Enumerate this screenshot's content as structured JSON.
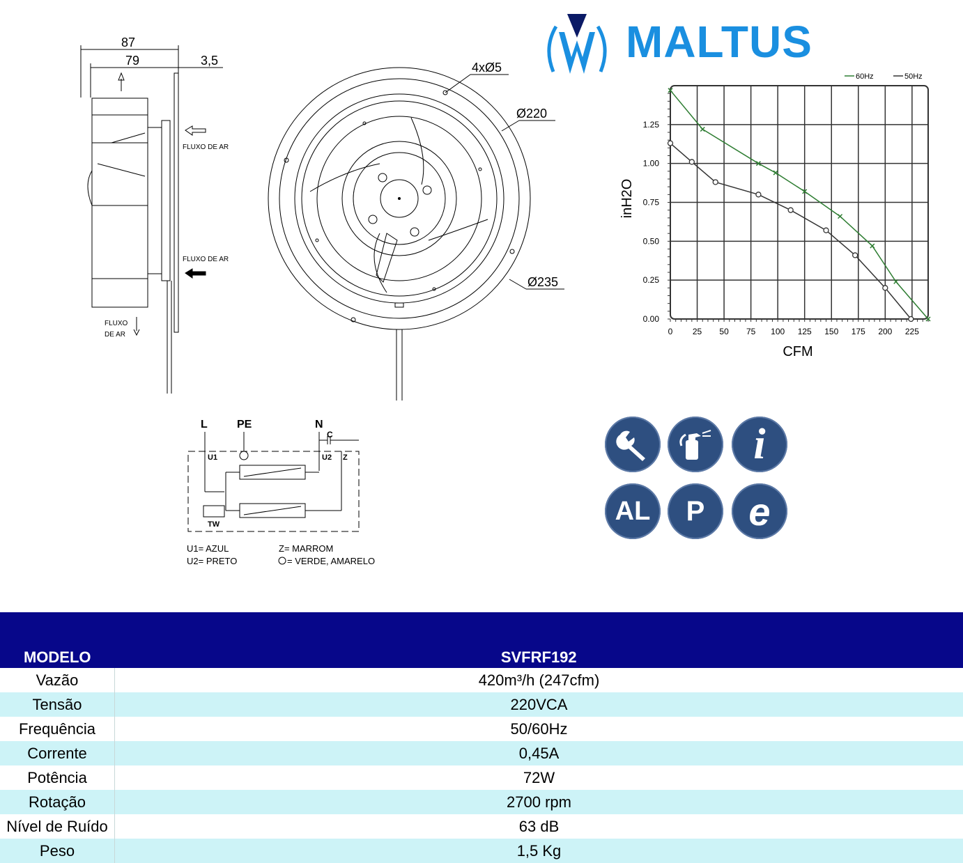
{
  "brand": {
    "name": "MALTUS",
    "color": "#1a8fe0"
  },
  "dimensions": {
    "side_width_outer": "87",
    "side_width_inner": "79",
    "flange": "3,5",
    "holes": "4xØ5",
    "dia_inner": "Ø220",
    "dia_outer": "Ø235",
    "airflow_1": "FLUXO DE AR",
    "airflow_2": "FLUXO DE AR",
    "airflow_3_line1": "FLUXO",
    "airflow_3_line2": "DE AR"
  },
  "wiring": {
    "L": "L",
    "PE": "PE",
    "N": "N",
    "C": "C",
    "U1": "U1",
    "U2": "U2",
    "Z": "Z",
    "TW": "TW",
    "legend_u1": "U1= AZUL",
    "legend_u2": "U2= PRETO",
    "legend_z": "Z= MARROM",
    "legend_ground": "= VERDE, AMARELO"
  },
  "icons": [
    {
      "name": "wrench-icon"
    },
    {
      "name": "spray-icon"
    },
    {
      "name": "info-icon",
      "text": "i"
    },
    {
      "name": "al-icon",
      "text": "AL"
    },
    {
      "name": "p-icon",
      "text": "P"
    },
    {
      "name": "e-icon",
      "text": "e"
    }
  ],
  "chart_data": {
    "type": "line",
    "title": "",
    "xlabel": "CFM",
    "ylabel": "inH2O",
    "xlim": [
      0,
      240
    ],
    "ylim": [
      0,
      1.5
    ],
    "xticks": [
      0,
      25,
      50,
      75,
      100,
      125,
      150,
      175,
      200,
      225
    ],
    "yticks": [
      0.0,
      0.25,
      0.5,
      0.75,
      1.0,
      1.25
    ],
    "ytick_labels": [
      "0.00",
      "0.25",
      "0.50",
      "0.75",
      "1.00",
      "1.25"
    ],
    "grid": true,
    "legend": "top-right",
    "series": [
      {
        "name": "60Hz",
        "color": "#2e7d32",
        "marker": "x",
        "x": [
          0,
          30,
          82,
          98,
          125,
          158,
          188,
          210,
          240
        ],
        "y": [
          1.47,
          1.22,
          1.0,
          0.94,
          0.82,
          0.66,
          0.47,
          0.24,
          0.0
        ]
      },
      {
        "name": "50Hz",
        "color": "#333333",
        "marker": "o",
        "x": [
          0,
          20,
          42,
          82,
          112,
          145,
          172,
          200,
          224
        ],
        "y": [
          1.13,
          1.01,
          0.88,
          0.8,
          0.7,
          0.57,
          0.41,
          0.2,
          0.0
        ]
      }
    ]
  },
  "table": {
    "header": {
      "label": "MODELO",
      "value": "SVFRF192"
    },
    "rows": [
      {
        "label": "Vazão",
        "value": "420m³/h (247cfm)"
      },
      {
        "label": "Tensão",
        "value": "220VCA"
      },
      {
        "label": "Frequência",
        "value": "50/60Hz"
      },
      {
        "label": "Corrente",
        "value": "0,45A"
      },
      {
        "label": "Potência",
        "value": "72W"
      },
      {
        "label": "Rotação",
        "value": "2700 rpm"
      },
      {
        "label": "Nível de Ruído",
        "value": "63 dB"
      },
      {
        "label": "Peso",
        "value": "1,5 Kg"
      }
    ]
  }
}
